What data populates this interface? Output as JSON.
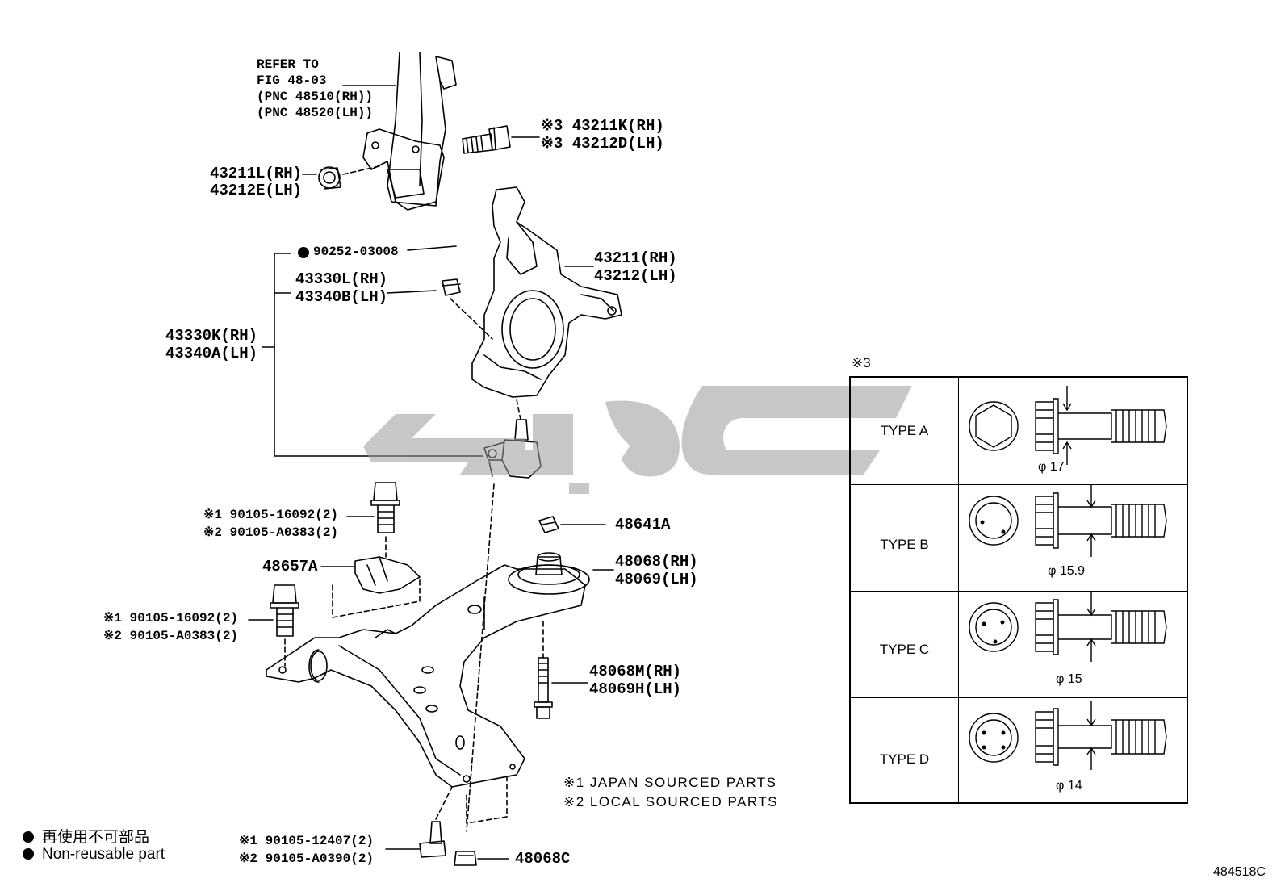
{
  "refer": {
    "line1": "REFER TO",
    "line2": "FIG 48-03",
    "line3": "(PNC 48510(RH))",
    "line4": "(PNC 48520(LH))"
  },
  "parts": {
    "p43211k": "※3 43211K(RH)",
    "p43212d": "※3 43212D(LH)",
    "p43211l": "43211L(RH)",
    "p43212e": "43212E(LH)",
    "p90252": "90252-03008",
    "p43211": "43211(RH)",
    "p43212": "43212(LH)",
    "p43330l": "43330L(RH)",
    "p43340b": "43340B(LH)",
    "p43330k": "43330K(RH)",
    "p43340a": "43340A(LH)",
    "p48641a": "48641A",
    "p90105_16092_a": "※1 90105-16092(2)",
    "p90105_a0383_a": "※2 90105-A0383(2)",
    "p48657a": "48657A",
    "p48068": "48068(RH)",
    "p48069": "48069(LH)",
    "p90105_16092_b": "※1 90105-16092(2)",
    "p90105_a0383_b": "※2 90105-A0383(2)",
    "p48068m": "48068M(RH)",
    "p48069h": "48069H(LH)",
    "p90105_12407": "※1 90105-12407(2)",
    "p90105_a0390": "※2 90105-A0390(2)",
    "p48068c": "48068C"
  },
  "notes": {
    "n1": "※1 JAPAN SOURCED PARTS",
    "n2": "※2 LOCAL SOURCED PARTS"
  },
  "legend": {
    "jp": "再使用不可部品",
    "en": "Non-reusable part"
  },
  "table": {
    "marker": "※3",
    "rows": [
      {
        "type": "TYPE A",
        "diameter": "φ 17"
      },
      {
        "type": "TYPE B",
        "diameter": "φ 15.9"
      },
      {
        "type": "TYPE C",
        "diameter": "φ 15"
      },
      {
        "type": "TYPE D",
        "diameter": "φ 14"
      }
    ]
  },
  "figure_id": "484518C"
}
